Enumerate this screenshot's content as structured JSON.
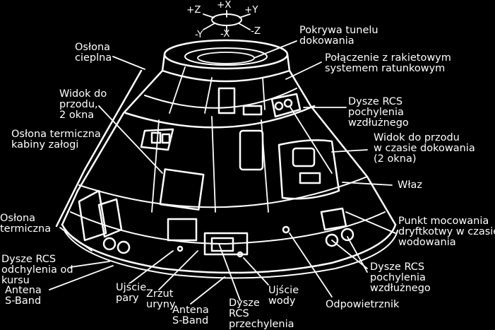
{
  "axes": {
    "plus_x": "+X",
    "plus_z": "+Z",
    "plus_y": "+Y",
    "minus_y": "-Y",
    "minus_x": "-X",
    "minus_z": "-Z"
  },
  "labels": {
    "heat_shield": "Osłona\ncieplna",
    "tunnel_cover": "Pokrywa tunelu\ndokowania",
    "les_connection": "Połączenie z rakietowym\nsystemem ratunkowym",
    "forward_view": "Widok do\nprzodu,\n2 okna",
    "rcs_pitch_top": "Dysze RCS\npochylenia\nwzdłużnego",
    "crew_thermal": "Osłona termiczna\nkabiny załogi",
    "docking_view": "Widok do przodu\nw czasie dokowania\n(2 okna)",
    "hatch": "Właz",
    "thermal_shield": "Osłona\ntermiczna",
    "drogue_mount": "Punkt mocowania\ndryftkotwy w czasie\nwodowania",
    "rcs_yaw": "Dysze RCS\nodchylenia od\nkursu",
    "antenna_left": "Antena\nS-Band",
    "steam_outlet": "Ujście\npary",
    "urine_dump": "Zrzut\nuryny",
    "antenna_bottom": "Antena\nS-Band",
    "rcs_roll": "Dysze\nRCS\nprzechylenia",
    "water_outlet": "Ujście\nwody",
    "vent": "Odpowietrznik",
    "rcs_pitch_bottom": "Dysze RCS\npochylenia\nwzdłużnego"
  }
}
